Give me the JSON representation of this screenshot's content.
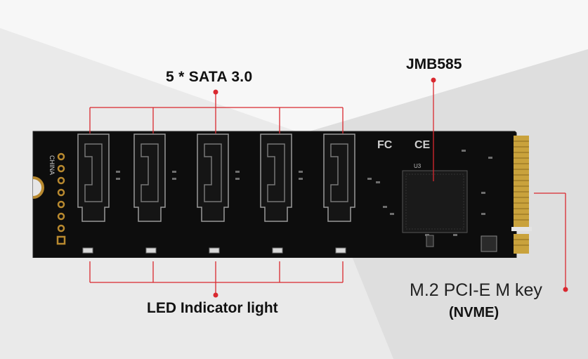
{
  "labels": {
    "sata": "5 * SATA 3.0",
    "chip": "JMB585",
    "led": "LED Indicator light",
    "m2": "M.2 PCI-E M key",
    "nvme": "(NVME)"
  },
  "colors": {
    "callout": "#d9282f",
    "pcb": "#0c0c0c",
    "gold": "#c9a23c"
  },
  "board_silkscreen": {
    "china": "CHINA",
    "fcc": "FC",
    "ce": "CE",
    "chip_ref": "U3"
  }
}
